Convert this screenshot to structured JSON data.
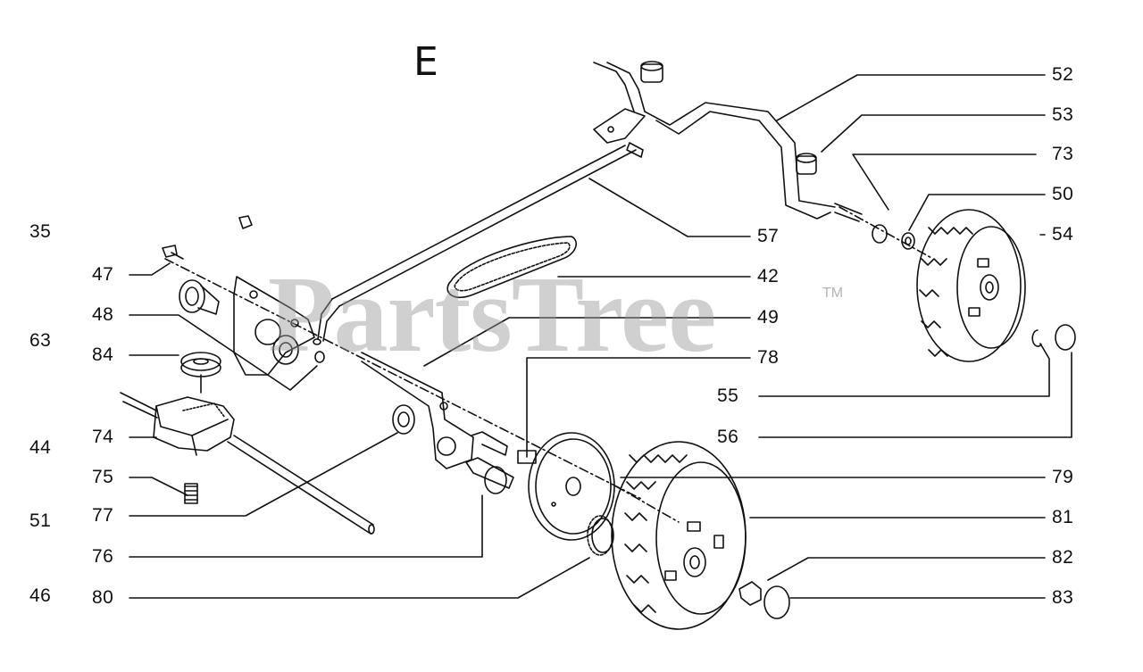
{
  "diagram": {
    "section_letter": "E",
    "watermark": "PartsTree",
    "watermark_tm": "TM",
    "callouts_left": [
      "47",
      "48",
      "84",
      "74",
      "75",
      "77",
      "76",
      "80"
    ],
    "callouts_far_left": [
      "35",
      "63",
      "44",
      "51",
      "46"
    ],
    "callouts_right": [
      "52",
      "53",
      "73",
      "50",
      "54",
      "57",
      "42",
      "49",
      "78",
      "55",
      "56",
      "79",
      "81",
      "82",
      "83"
    ]
  }
}
